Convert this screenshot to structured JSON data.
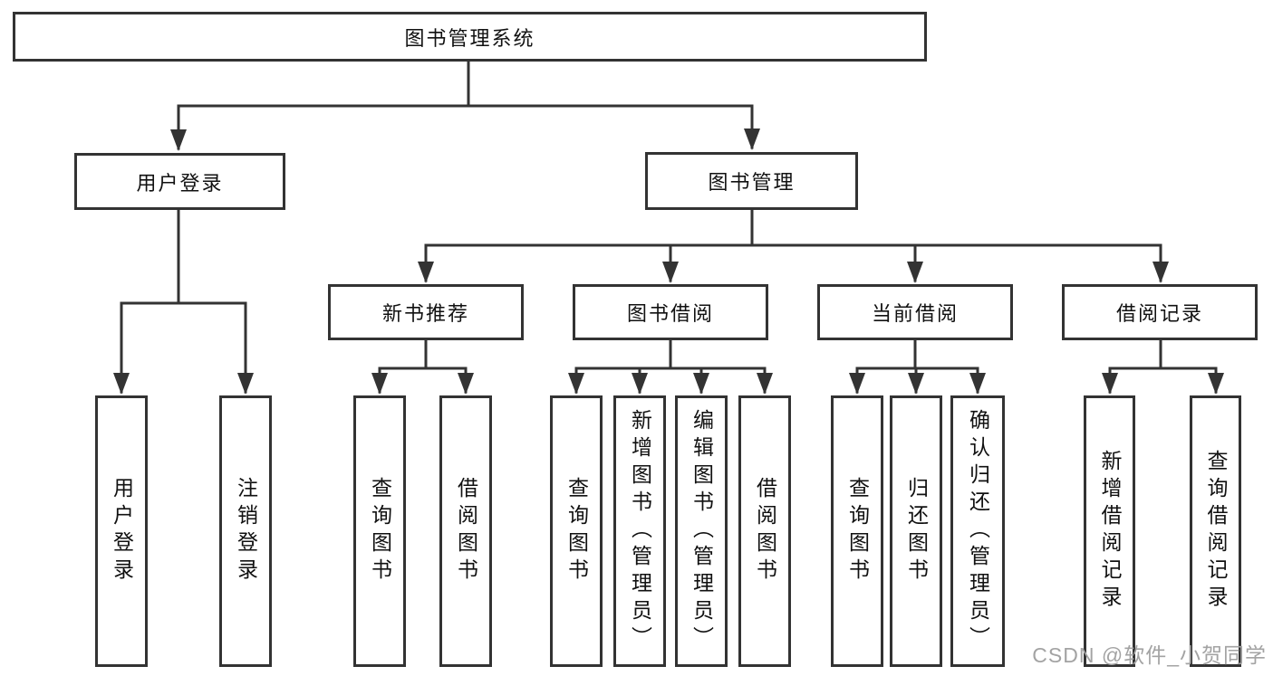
{
  "diagram": {
    "title_node": "图书管理系统",
    "level2": {
      "user_login": "用户登录",
      "book_management": "图书管理"
    },
    "level3": {
      "new_book_recommend": "新书推荐",
      "book_borrowing": "图书借阅",
      "current_borrowing": "当前借阅",
      "borrowing_records": "借阅记录"
    },
    "leaves": {
      "user_login_children": [
        "用户登录",
        "注销登录"
      ],
      "new_book_recommend_children": [
        "查询图书",
        "借阅图书"
      ],
      "book_borrowing_children": [
        "查询图书",
        "新增图书（管理员）",
        "编辑图书（管理员）",
        "借阅图书"
      ],
      "current_borrowing_children": [
        "查询图书",
        "归还图书",
        "确认归还（管理员）"
      ],
      "borrowing_records_children": [
        "新增借阅记录",
        "查询借阅记录"
      ]
    }
  },
  "watermark": "CSDN @软件_小贺同学",
  "colors": {
    "line": "#333333",
    "box_border": "#333333",
    "text": "#111111",
    "watermark": "#a3a3a3",
    "background": "#ffffff"
  }
}
